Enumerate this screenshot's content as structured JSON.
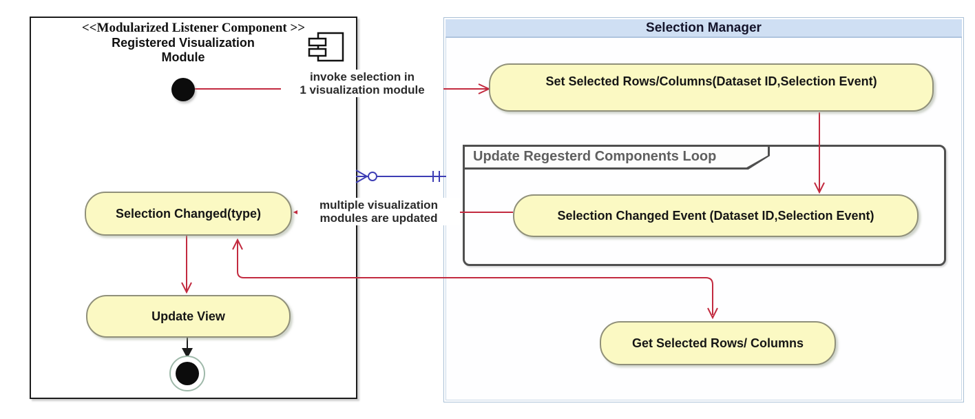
{
  "module_partition": {
    "stereotype": "<<Modularized Listener Component >>",
    "title": "Registered Visualization Module",
    "nodes": {
      "selection_changed": "Selection Changed(type)",
      "update_view": "Update View"
    }
  },
  "selection_manager": {
    "title": "Selection Manager",
    "loop_label": "Update Regesterd Components Loop",
    "nodes": {
      "set_selected": "Set Selected Rows/Columns(Dataset ID,Selection Event)",
      "selection_changed_event": "Selection Changed Event (Dataset ID,Selection Event)",
      "get_selected": "Get Selected Rows/ Columns"
    }
  },
  "edge_labels": {
    "invoke_line1": "invoke selection in",
    "invoke_line2": "1 visualization module",
    "updated_line1": "multiple visualization",
    "updated_line2": "modules are updated"
  },
  "colors": {
    "arrow_red": "#c22a3f",
    "connector_blue": "#3d3db5",
    "node_fill": "#fbf9c3",
    "node_border": "#90907a",
    "panel_header_fill": "#cfdff3",
    "panel_border": "#a9c0d6",
    "loop_frame_border": "#4f4f4f",
    "partition_border": "#1b1b1b"
  }
}
